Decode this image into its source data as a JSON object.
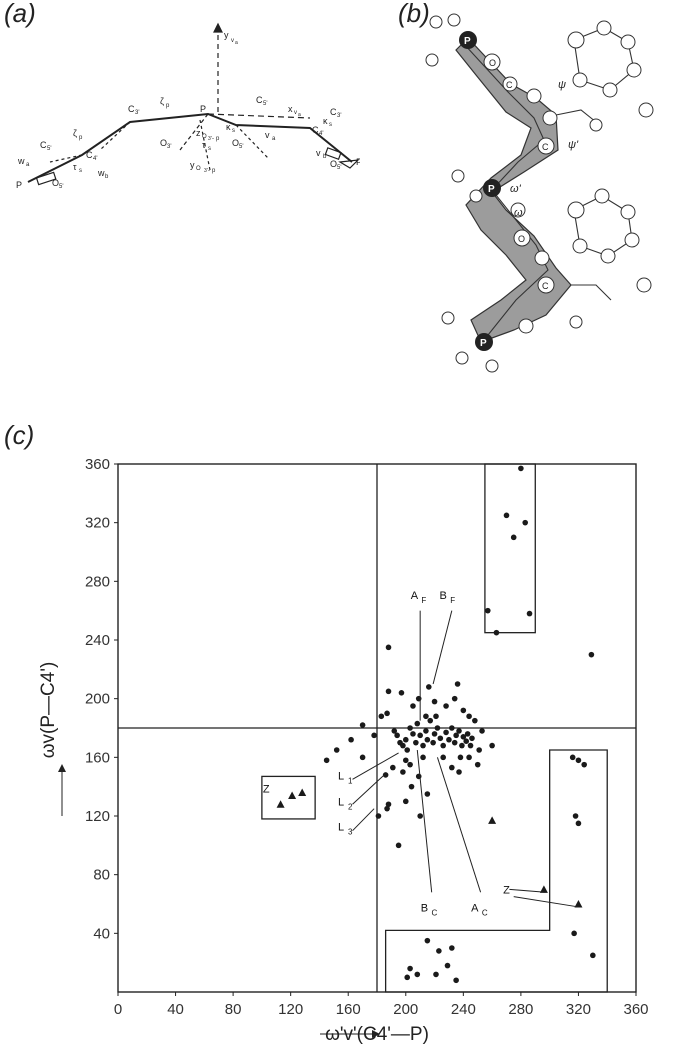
{
  "panels": {
    "a": {
      "label": "(a)",
      "labels": [
        "y",
        "v",
        "a",
        "ζ",
        "p",
        "C",
        "3'",
        "C",
        "5'",
        "x",
        "v",
        "a",
        "P",
        "w",
        "a",
        "C",
        "5'",
        "C",
        "4'",
        "ζ",
        "p",
        "τ",
        "s",
        "w",
        "b",
        "O",
        "3'",
        "z",
        "O",
        "3'",
        "-",
        "p",
        "κ",
        "s",
        "τ",
        "s",
        "v",
        "a",
        "O",
        "5'",
        "C",
        "4'",
        "κ",
        "s",
        "C",
        "3'",
        "v",
        "b",
        "O",
        "5'",
        "P",
        "P",
        "O",
        "5'",
        "y",
        "O",
        "3'",
        "-",
        "p"
      ]
    },
    "b": {
      "label": "(b)",
      "labels": [
        "P",
        "C",
        "O",
        "ψ",
        "C",
        "ψ'",
        "P",
        "ω'",
        "ω",
        "O",
        "C",
        "P"
      ]
    },
    "c": {
      "label": "(c)"
    }
  },
  "chart_data": {
    "type": "scatter",
    "xlabel": "ω'v'(C4'—P)",
    "ylabel": "ωv(P—C4')",
    "xlim": [
      0,
      360
    ],
    "ylim": [
      0,
      360
    ],
    "xticks": [
      "0",
      "40",
      "80",
      "120",
      "160",
      "200",
      "240",
      "280",
      "320",
      "360"
    ],
    "yticks": [
      "40",
      "80",
      "120",
      "160",
      "200",
      "240",
      "280",
      "320",
      "360"
    ],
    "divider_lines": {
      "x": 180,
      "y": 180
    },
    "points": [
      [
        201,
        10
      ],
      [
        203,
        16
      ],
      [
        208,
        12
      ],
      [
        215,
        35
      ],
      [
        223,
        28
      ],
      [
        232,
        30
      ],
      [
        229,
        18
      ],
      [
        221,
        12
      ],
      [
        235,
        8
      ],
      [
        317,
        40
      ],
      [
        330,
        25
      ],
      [
        257,
        260
      ],
      [
        263,
        245
      ],
      [
        270,
        325
      ],
      [
        275,
        310
      ],
      [
        283,
        320
      ],
      [
        286,
        258
      ],
      [
        280,
        357
      ],
      [
        316,
        160
      ],
      [
        320,
        158
      ],
      [
        324,
        155
      ],
      [
        318,
        120
      ],
      [
        320,
        115
      ],
      [
        329,
        230
      ],
      [
        188,
        235
      ],
      [
        145,
        158
      ],
      [
        152,
        165
      ],
      [
        162,
        172
      ],
      [
        170,
        182
      ],
      [
        183,
        188
      ],
      [
        187,
        190
      ],
      [
        192,
        178
      ],
      [
        194,
        175
      ],
      [
        196,
        170
      ],
      [
        198,
        168
      ],
      [
        200,
        172
      ],
      [
        201,
        165
      ],
      [
        203,
        180
      ],
      [
        205,
        176
      ],
      [
        207,
        170
      ],
      [
        208,
        183
      ],
      [
        210,
        175
      ],
      [
        212,
        168
      ],
      [
        214,
        178
      ],
      [
        215,
        172
      ],
      [
        217,
        185
      ],
      [
        219,
        170
      ],
      [
        220,
        176
      ],
      [
        222,
        180
      ],
      [
        224,
        173
      ],
      [
        226,
        168
      ],
      [
        228,
        177
      ],
      [
        230,
        172
      ],
      [
        232,
        180
      ],
      [
        234,
        170
      ],
      [
        235,
        175
      ],
      [
        237,
        178
      ],
      [
        239,
        168
      ],
      [
        240,
        174
      ],
      [
        242,
        171
      ],
      [
        243,
        176
      ],
      [
        245,
        168
      ],
      [
        246,
        173
      ],
      [
        238,
        160
      ],
      [
        226,
        160
      ],
      [
        212,
        160
      ],
      [
        200,
        158
      ],
      [
        228,
        195
      ],
      [
        234,
        200
      ],
      [
        240,
        192
      ],
      [
        236,
        210
      ],
      [
        244,
        188
      ],
      [
        248,
        185
      ],
      [
        253,
        178
      ],
      [
        198,
        150
      ],
      [
        203,
        155
      ],
      [
        214,
        188
      ],
      [
        221,
        188
      ],
      [
        205,
        195
      ],
      [
        209,
        200
      ],
      [
        216,
        208
      ],
      [
        220,
        198
      ],
      [
        197,
        204
      ],
      [
        188,
        205
      ],
      [
        215,
        135
      ],
      [
        200,
        130
      ],
      [
        188,
        128
      ],
      [
        195,
        100
      ],
      [
        210,
        120
      ],
      [
        237,
        150
      ],
      [
        244,
        160
      ],
      [
        251,
        165
      ],
      [
        260,
        168
      ],
      [
        187,
        125
      ],
      [
        181,
        120
      ],
      [
        186,
        148
      ],
      [
        191,
        153
      ],
      [
        204,
        140
      ],
      [
        209,
        147
      ],
      [
        232,
        153
      ],
      [
        250,
        155
      ],
      [
        170,
        160
      ],
      [
        178,
        175
      ]
    ],
    "triangles": [
      [
        113,
        128
      ],
      [
        121,
        134
      ],
      [
        128,
        136
      ],
      [
        260,
        117
      ],
      [
        296,
        70
      ],
      [
        320,
        60
      ]
    ],
    "boxes": [
      {
        "x1": 100,
        "y1": 118,
        "x2": 137,
        "y2": 147
      },
      {
        "x1": 255,
        "y1": 245,
        "x2": 290,
        "y2": 360
      }
    ],
    "polygons": [
      [
        [
          186,
          0
        ],
        [
          186,
          42
        ],
        [
          300,
          42
        ],
        [
          300,
          165
        ],
        [
          340,
          165
        ],
        [
          340,
          0
        ]
      ]
    ],
    "annotations": [
      {
        "text": "A",
        "sub": "F",
        "x": 206,
        "y": 268,
        "lx1": 210,
        "ly1": 260,
        "lx2": 210,
        "ly2": 185
      },
      {
        "text": "B",
        "sub": "F",
        "x": 226,
        "y": 268,
        "lx1": 232,
        "ly1": 260,
        "lx2": 219,
        "ly2": 210
      },
      {
        "text": "L",
        "sub": "1",
        "x": 155,
        "y": 145,
        "lx1": 163,
        "ly1": 145,
        "lx2": 195,
        "ly2": 163
      },
      {
        "text": "L",
        "sub": "2",
        "x": 155,
        "y": 127,
        "lx1": 163,
        "ly1": 128,
        "lx2": 185,
        "ly2": 148
      },
      {
        "text": "L",
        "sub": "3",
        "x": 155,
        "y": 110,
        "lx1": 163,
        "ly1": 110,
        "lx2": 178,
        "ly2": 125
      },
      {
        "text": "B",
        "sub": "C",
        "x": 213,
        "y": 55,
        "lx1": 218,
        "ly1": 68,
        "lx2": 208,
        "ly2": 165
      },
      {
        "text": "A",
        "sub": "C",
        "x": 248,
        "y": 55,
        "lx1": 252,
        "ly1": 68,
        "lx2": 222,
        "ly2": 160
      },
      {
        "text": "Z",
        "sub": "",
        "x": 103,
        "y": 136
      },
      {
        "text": "Z",
        "sub": "",
        "x": 270,
        "y": 67,
        "lx1": 272,
        "ly1": 70,
        "lx2": 297,
        "ly2": 68,
        "lx3": 275,
        "ly3": 65,
        "lx4": 320,
        "ly4": 58
      }
    ]
  }
}
